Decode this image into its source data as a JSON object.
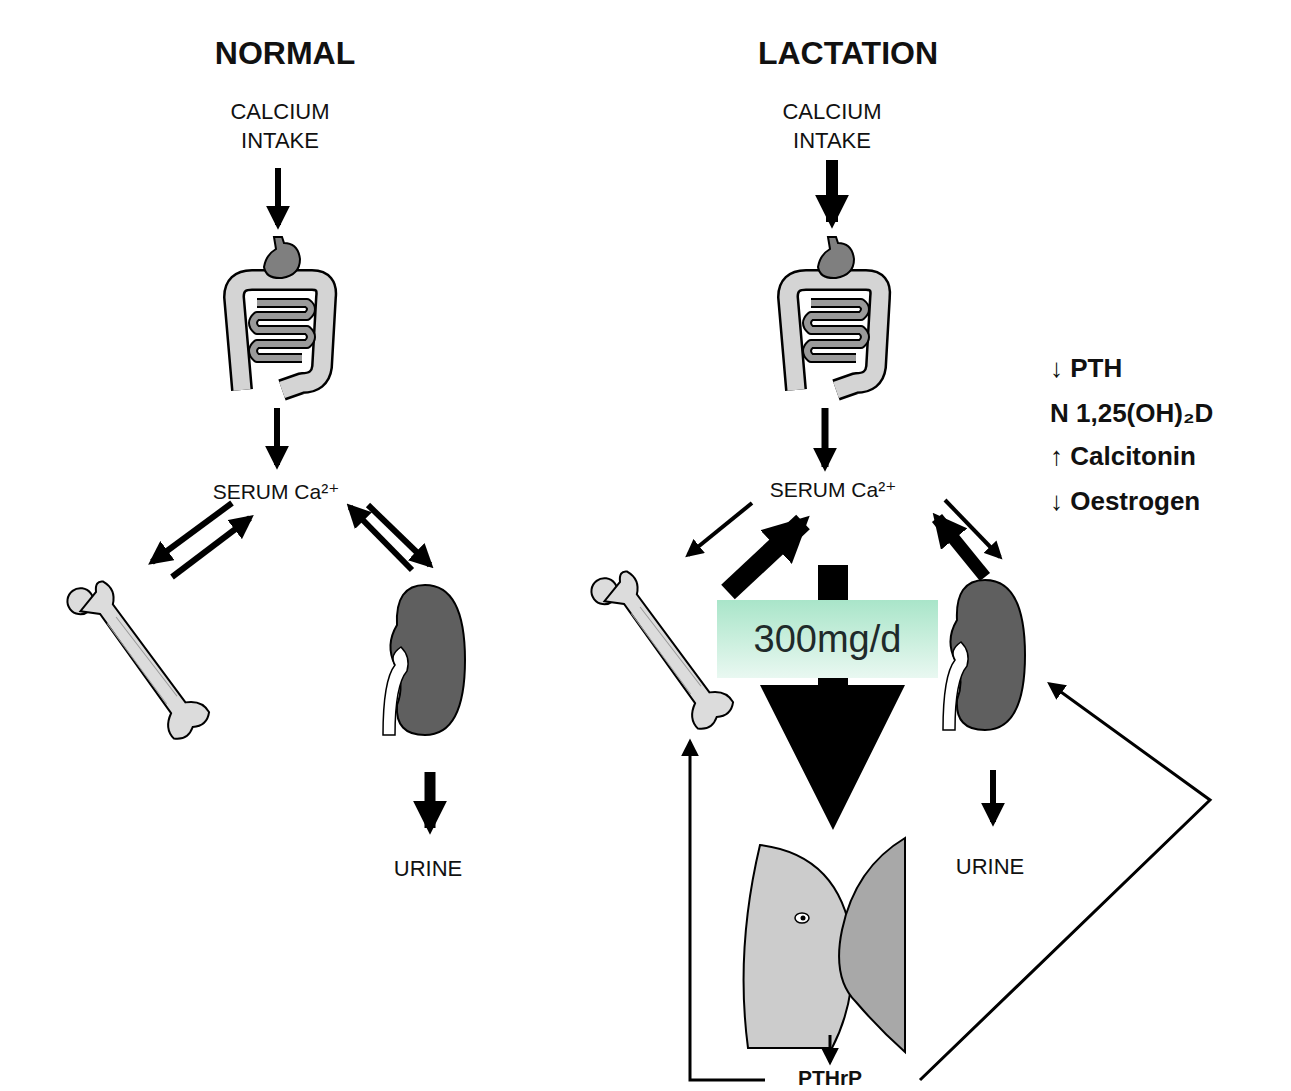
{
  "diagram": {
    "nodes": [
      {
        "text": [
          "300mg/d"
        ]
      }
    ],
    "labels": [
      "NORMAL",
      "CALCIUM INTAKE",
      "SERUM Ca²⁺",
      "URINE",
      "LACTATION",
      "CALCIUM INTAKE",
      "SERUM Ca²⁺",
      "URINE",
      "PTHrP",
      "↓ PTH",
      "N 1,25(OH)₂D",
      "↑ Calcitonin",
      "↓ Oestrogen"
    ]
  }
}
